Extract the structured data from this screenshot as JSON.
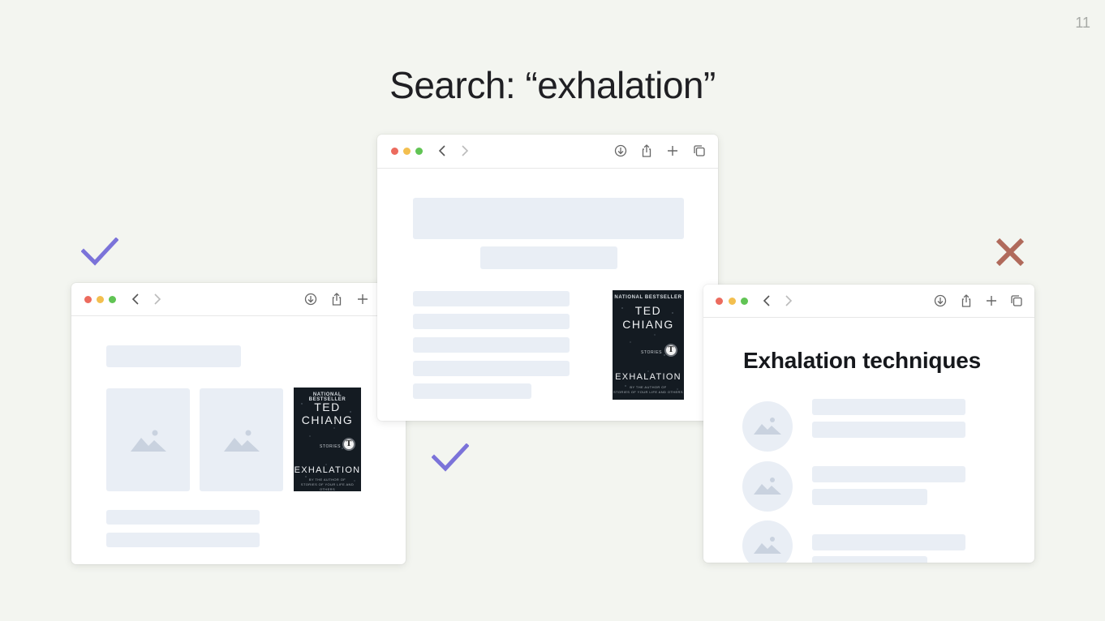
{
  "slide": {
    "page_number": "11",
    "title": "Search: “exhalation”"
  },
  "book_cover": {
    "badge": "NATIONAL BESTSELLER",
    "author_first": "TED",
    "author_last": "CHIANG",
    "genre": "STORIES",
    "seal_letter": "T",
    "title": "EXHALATION",
    "tagline_line1": "BY THE AUTHOR OF",
    "tagline_line2": "STORIES OF YOUR LIFE AND OTHERS"
  },
  "right_window": {
    "heading": "Exhalation techniques"
  },
  "marks": {
    "left_result": "check-icon",
    "center_result": "check-icon",
    "right_result": "cross-icon",
    "check_color": "#7b73d9",
    "cross_color": "#b06a5b"
  },
  "toolbar_icons": [
    "back-icon",
    "forward-icon",
    "download-icon",
    "share-icon",
    "new-tab-icon",
    "tabs-icon"
  ],
  "colors": {
    "background": "#f3f5f0",
    "placeholder": "#e9eef5",
    "traffic_red": "#ec6b5e",
    "traffic_yellow": "#f3bf4f",
    "traffic_green": "#61c454"
  }
}
